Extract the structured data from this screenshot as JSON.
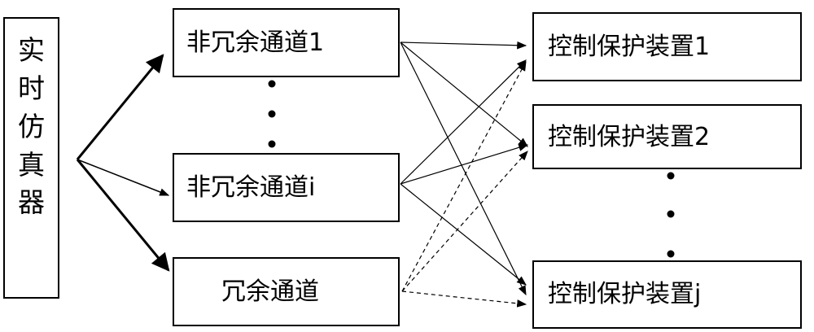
{
  "simulator": {
    "label_chars": [
      "实",
      "时",
      "仿",
      "真",
      "器"
    ]
  },
  "channels": [
    {
      "label": "非冗余通道1"
    },
    {
      "label": "非冗余通道i"
    },
    {
      "label": "冗余通道"
    }
  ],
  "devices": [
    {
      "label": "控制保护装置1"
    },
    {
      "label": "控制保护装置2"
    },
    {
      "label": "控制保护装置j"
    }
  ],
  "ellipsis_marks": [
    "channels-gap",
    "devices-gap"
  ]
}
